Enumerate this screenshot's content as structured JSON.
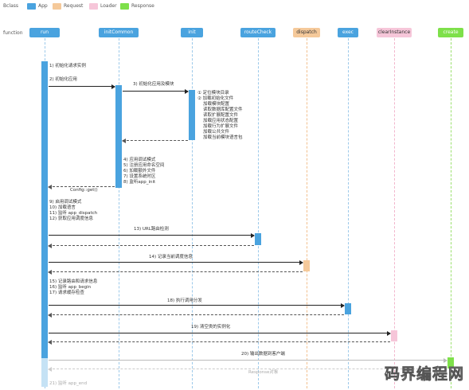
{
  "legend": {
    "label": "Bclass",
    "items": [
      {
        "name": "App",
        "color": "#4aa3df"
      },
      {
        "name": "Request",
        "color": "#f5c99a"
      },
      {
        "name": "Loader",
        "color": "#f6c6d9"
      },
      {
        "name": "Response",
        "color": "#7ee04a"
      }
    ]
  },
  "row_label": "function",
  "participants": [
    {
      "name": "run",
      "fill": "#4aa3df",
      "text": "#ffffff"
    },
    {
      "name": "initCommon",
      "fill": "#4aa3df",
      "text": "#ffffff"
    },
    {
      "name": "init",
      "fill": "#4aa3df",
      "text": "#ffffff"
    },
    {
      "name": "routeCheck",
      "fill": "#4aa3df",
      "text": "#ffffff"
    },
    {
      "name": "dispatch",
      "fill": "#f5c99a",
      "text": "#333333"
    },
    {
      "name": "exec",
      "fill": "#4aa3df",
      "text": "#ffffff"
    },
    {
      "name": "clearInstance",
      "fill": "#f6c6d9",
      "text": "#333333"
    },
    {
      "name": "create",
      "fill": "#7ee04a",
      "text": "#ffffff"
    }
  ],
  "messages": {
    "m1": "1) 初始化请求实例",
    "m2": "2) 初始化应用",
    "m3": "3) 初始化应用及模块",
    "init_block": "① 定位模块目录\n② 加载初始化文件\n    加载模块配置\n    读取数据库配置文件\n    读取扩展配置文件\n    加载应用状态配置\n    加载行为扩展文件\n    加载公共文件\n    加载当前模块语言包",
    "common_block": "4) 应用调试模式\n5) 注册应用命名空间\n6) 加载额外文件\n7) 设置系统时区\n8) 监听app_init",
    "config_get": "Config::get()",
    "run_block1": "9) 启用调试模式\n10) 加载语言\n11) 监听 app_dispatch\n12) 获取应用调度信息",
    "m13": "13) URL路由检测",
    "m14": "14) 记录当前调度信息",
    "run_block2": "15) 记录路由和请求信息\n16) 监听 app_begin\n17) 请求缓存检查",
    "m18": "18) 执行调用分发",
    "m19": "19) 清空类的实例化",
    "m20": "20) 输出数据到客户端",
    "response_return": "Response对象",
    "m21": "21) 监听 app_end"
  },
  "watermark": "码界编程网"
}
